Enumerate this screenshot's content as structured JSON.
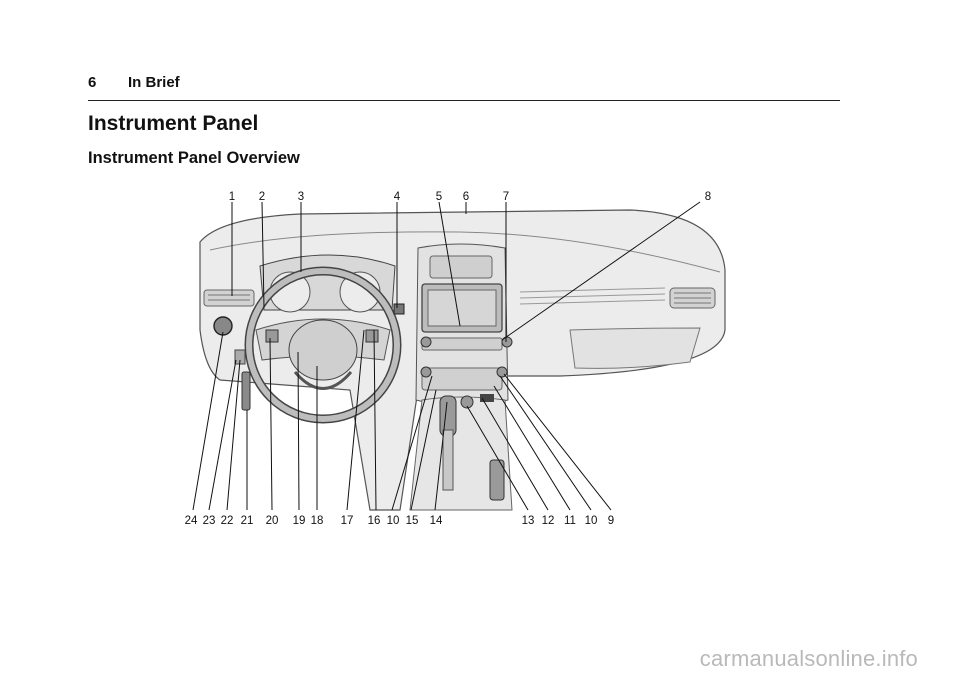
{
  "header": {
    "page_number": "6",
    "section": "In Brief"
  },
  "title": "Instrument Panel",
  "subtitle": "Instrument Panel Overview",
  "callouts_top": [
    "1",
    "2",
    "3",
    "4",
    "5",
    "6",
    "7",
    "8"
  ],
  "callouts_bottom": [
    "24",
    "23",
    "22",
    "21",
    "20",
    "19",
    "18",
    "17",
    "16",
    "10",
    "15",
    "14",
    "13",
    "12",
    "11",
    "10",
    "9"
  ],
  "watermark": "carmanualsonline.info",
  "colors": {
    "line": "#111111",
    "dash_fill": "#e9e9e9",
    "dash_dark": "#b5b5b5",
    "watermark": "#b9b9b9"
  }
}
